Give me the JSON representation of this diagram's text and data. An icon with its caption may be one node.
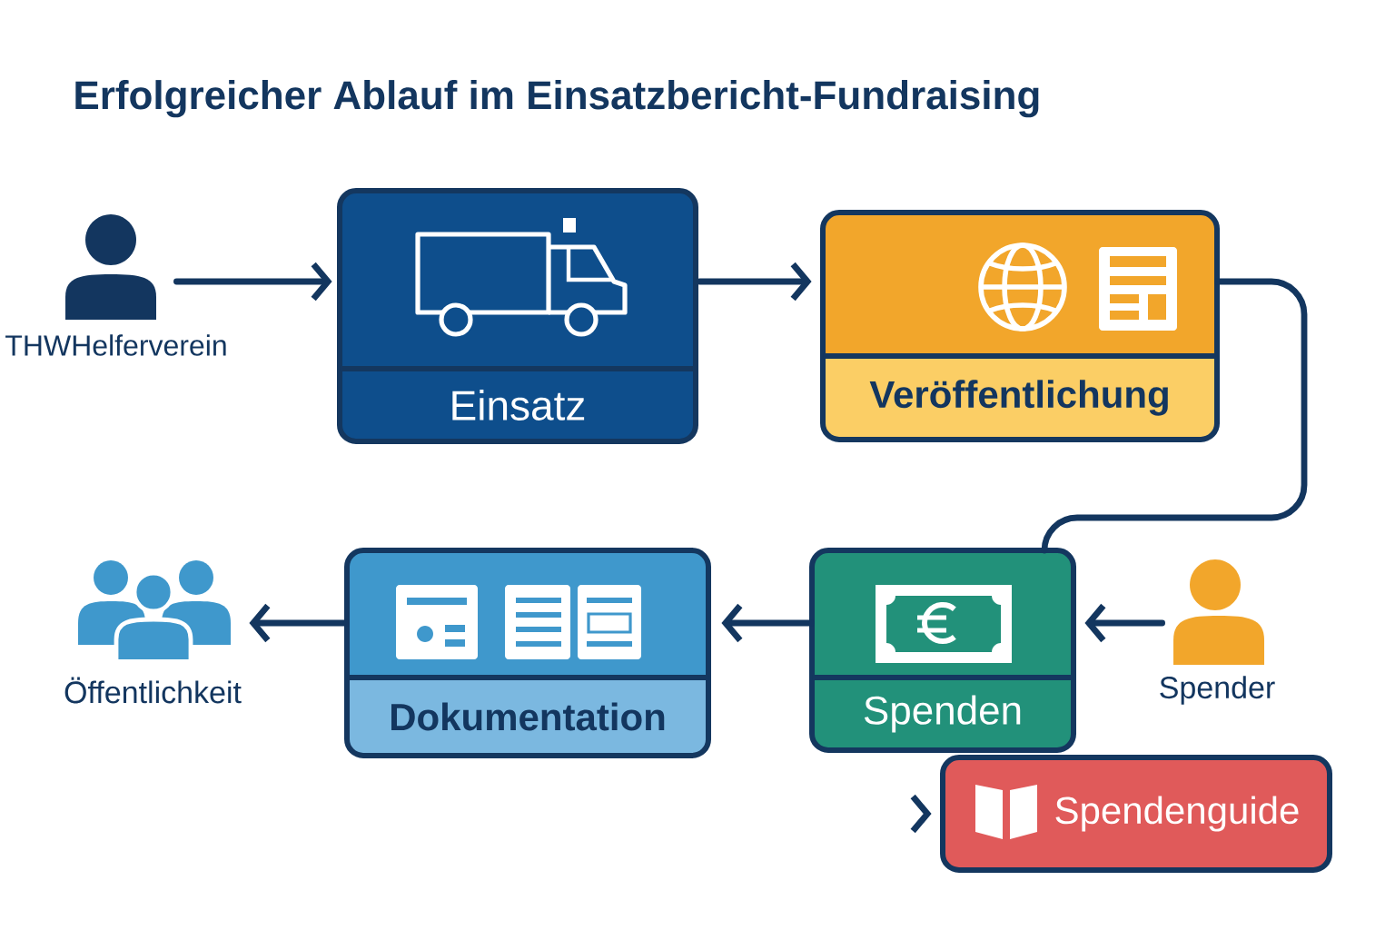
{
  "diagram": {
    "title": "Erfolgreicher Ablauf im Einsatzbericht-Fundraising",
    "nodes": [
      {
        "text": [
          "THWHelferverein"
        ]
      },
      {
        "text": [
          "Einsatz"
        ]
      },
      {
        "text": [
          "Veröffentlichung"
        ]
      },
      {
        "text": [
          "Öffentlichkeit"
        ]
      },
      {
        "text": [
          "Dokumentation"
        ]
      },
      {
        "text": [
          "Spenden"
        ]
      },
      {
        "text": [
          "Spender"
        ]
      },
      {
        "text": [
          "Spendenguide"
        ]
      }
    ],
    "edges": [
      {
        "from": 0,
        "to": 1,
        "arrow": "to"
      },
      {
        "from": 1,
        "to": 2,
        "arrow": "to"
      },
      {
        "from": 2,
        "to": 5,
        "arrow": "none"
      },
      {
        "from": 6,
        "to": 5,
        "arrow": "to"
      },
      {
        "from": 5,
        "to": 4,
        "arrow": "to"
      },
      {
        "from": 4,
        "to": 3,
        "arrow": "to"
      },
      {
        "from": null,
        "to": 7,
        "arrow": "to"
      }
    ]
  }
}
